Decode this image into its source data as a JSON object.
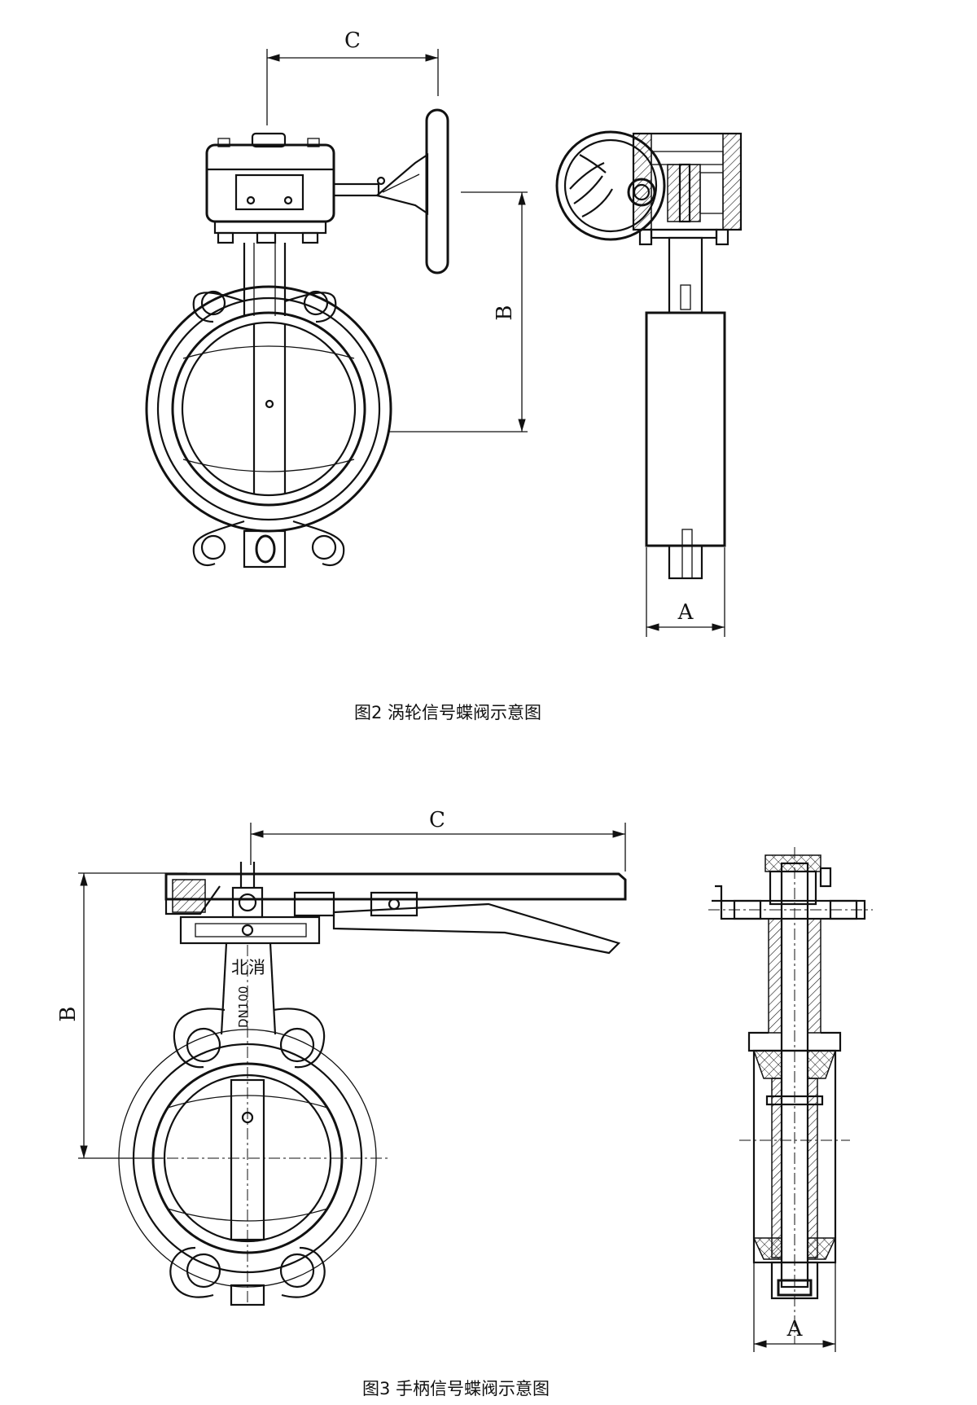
{
  "figure2": {
    "caption": "图2  涡轮信号蝶阀示意图",
    "dim_c": "C",
    "dim_b": "B",
    "dim_a": "A"
  },
  "figure3": {
    "caption": "图3  手柄信号蝶阀示意图",
    "dim_c": "C",
    "dim_b": "B",
    "dim_a": "A",
    "body_marking_brand": "北消",
    "body_marking_size": "DN100"
  }
}
